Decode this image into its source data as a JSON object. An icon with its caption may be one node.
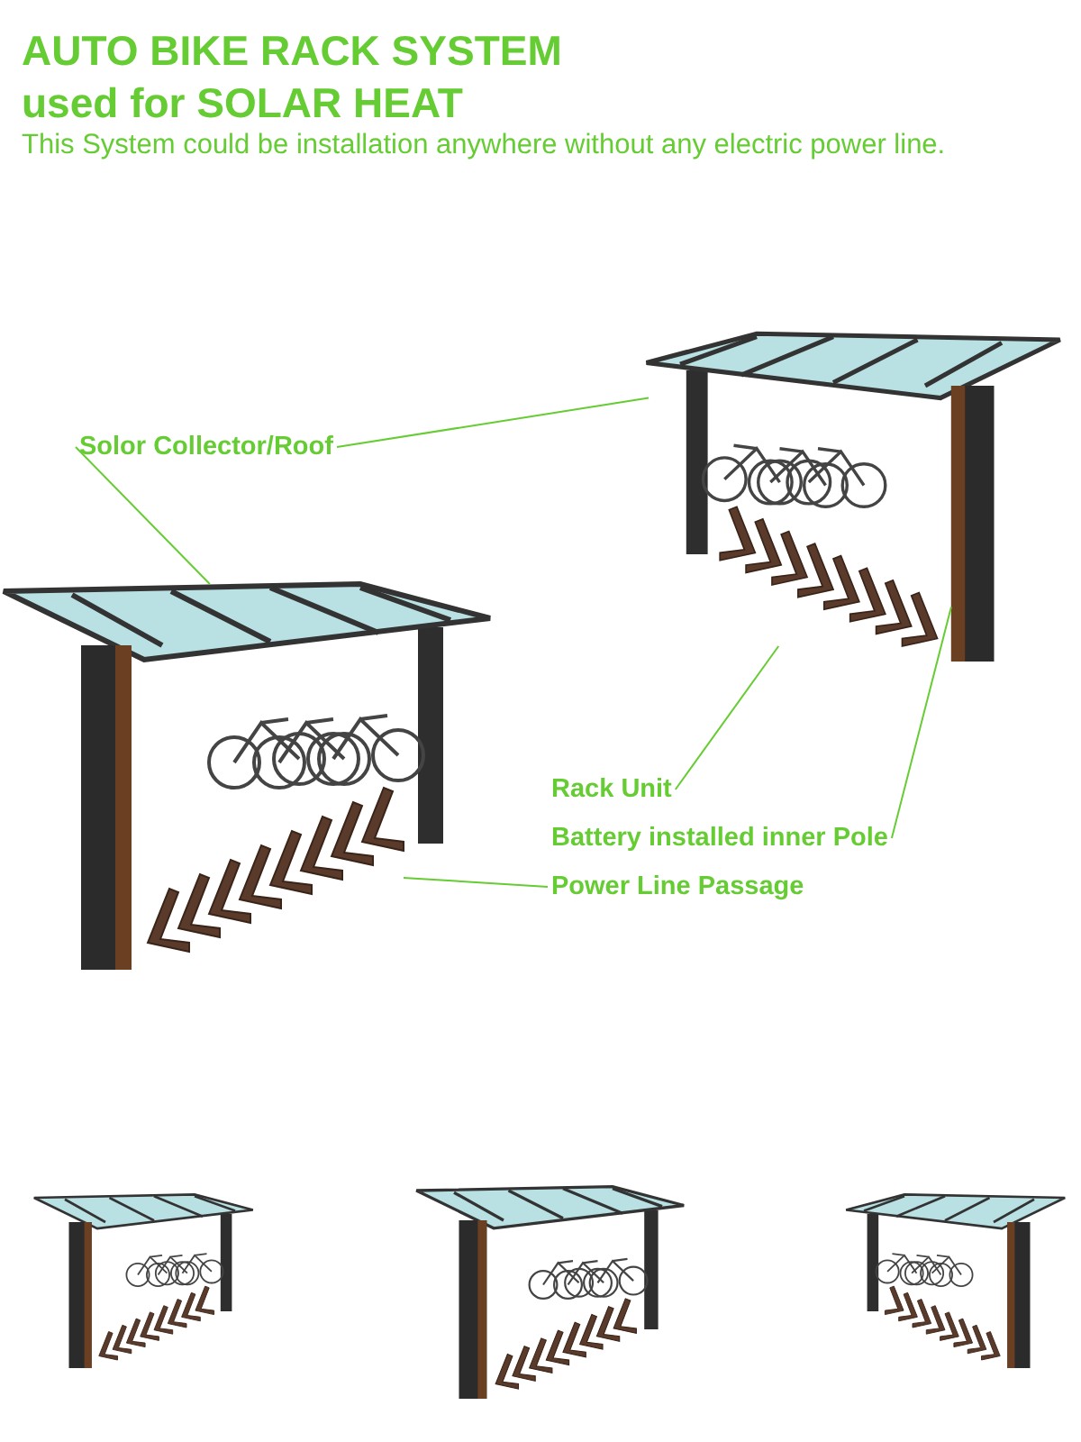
{
  "diagram": {
    "title": "AUTO BIKE RACK SYSTEM used for SOLAR HEAT",
    "nodes": [
      {
        "text": [
          "Solor Collector/Roof"
        ]
      },
      {
        "text": [
          "Rack Unit"
        ]
      },
      {
        "text": [
          "Battery installed inner Pole"
        ]
      },
      {
        "text": [
          "Power Line Passage"
        ]
      },
      {
        "text": [],
        "shape": "picture"
      },
      {
        "text": [],
        "shape": "picture"
      },
      {
        "text": [],
        "shape": "picture"
      },
      {
        "text": [],
        "shape": "picture"
      },
      {
        "text": [],
        "shape": "picture"
      }
    ],
    "edges": [
      {
        "from": 0,
        "to": 6,
        "arrow": "none"
      },
      {
        "from": 0,
        "to": 4,
        "arrow": "none"
      },
      {
        "from": 1,
        "to": 7,
        "arrow": "none"
      },
      {
        "from": 2,
        "to": 8,
        "arrow": "none"
      },
      {
        "from": 3,
        "to": 5,
        "arrow": "none"
      }
    ],
    "labels": [
      "This System could be installation anywhere without any electric power line."
    ]
  }
}
